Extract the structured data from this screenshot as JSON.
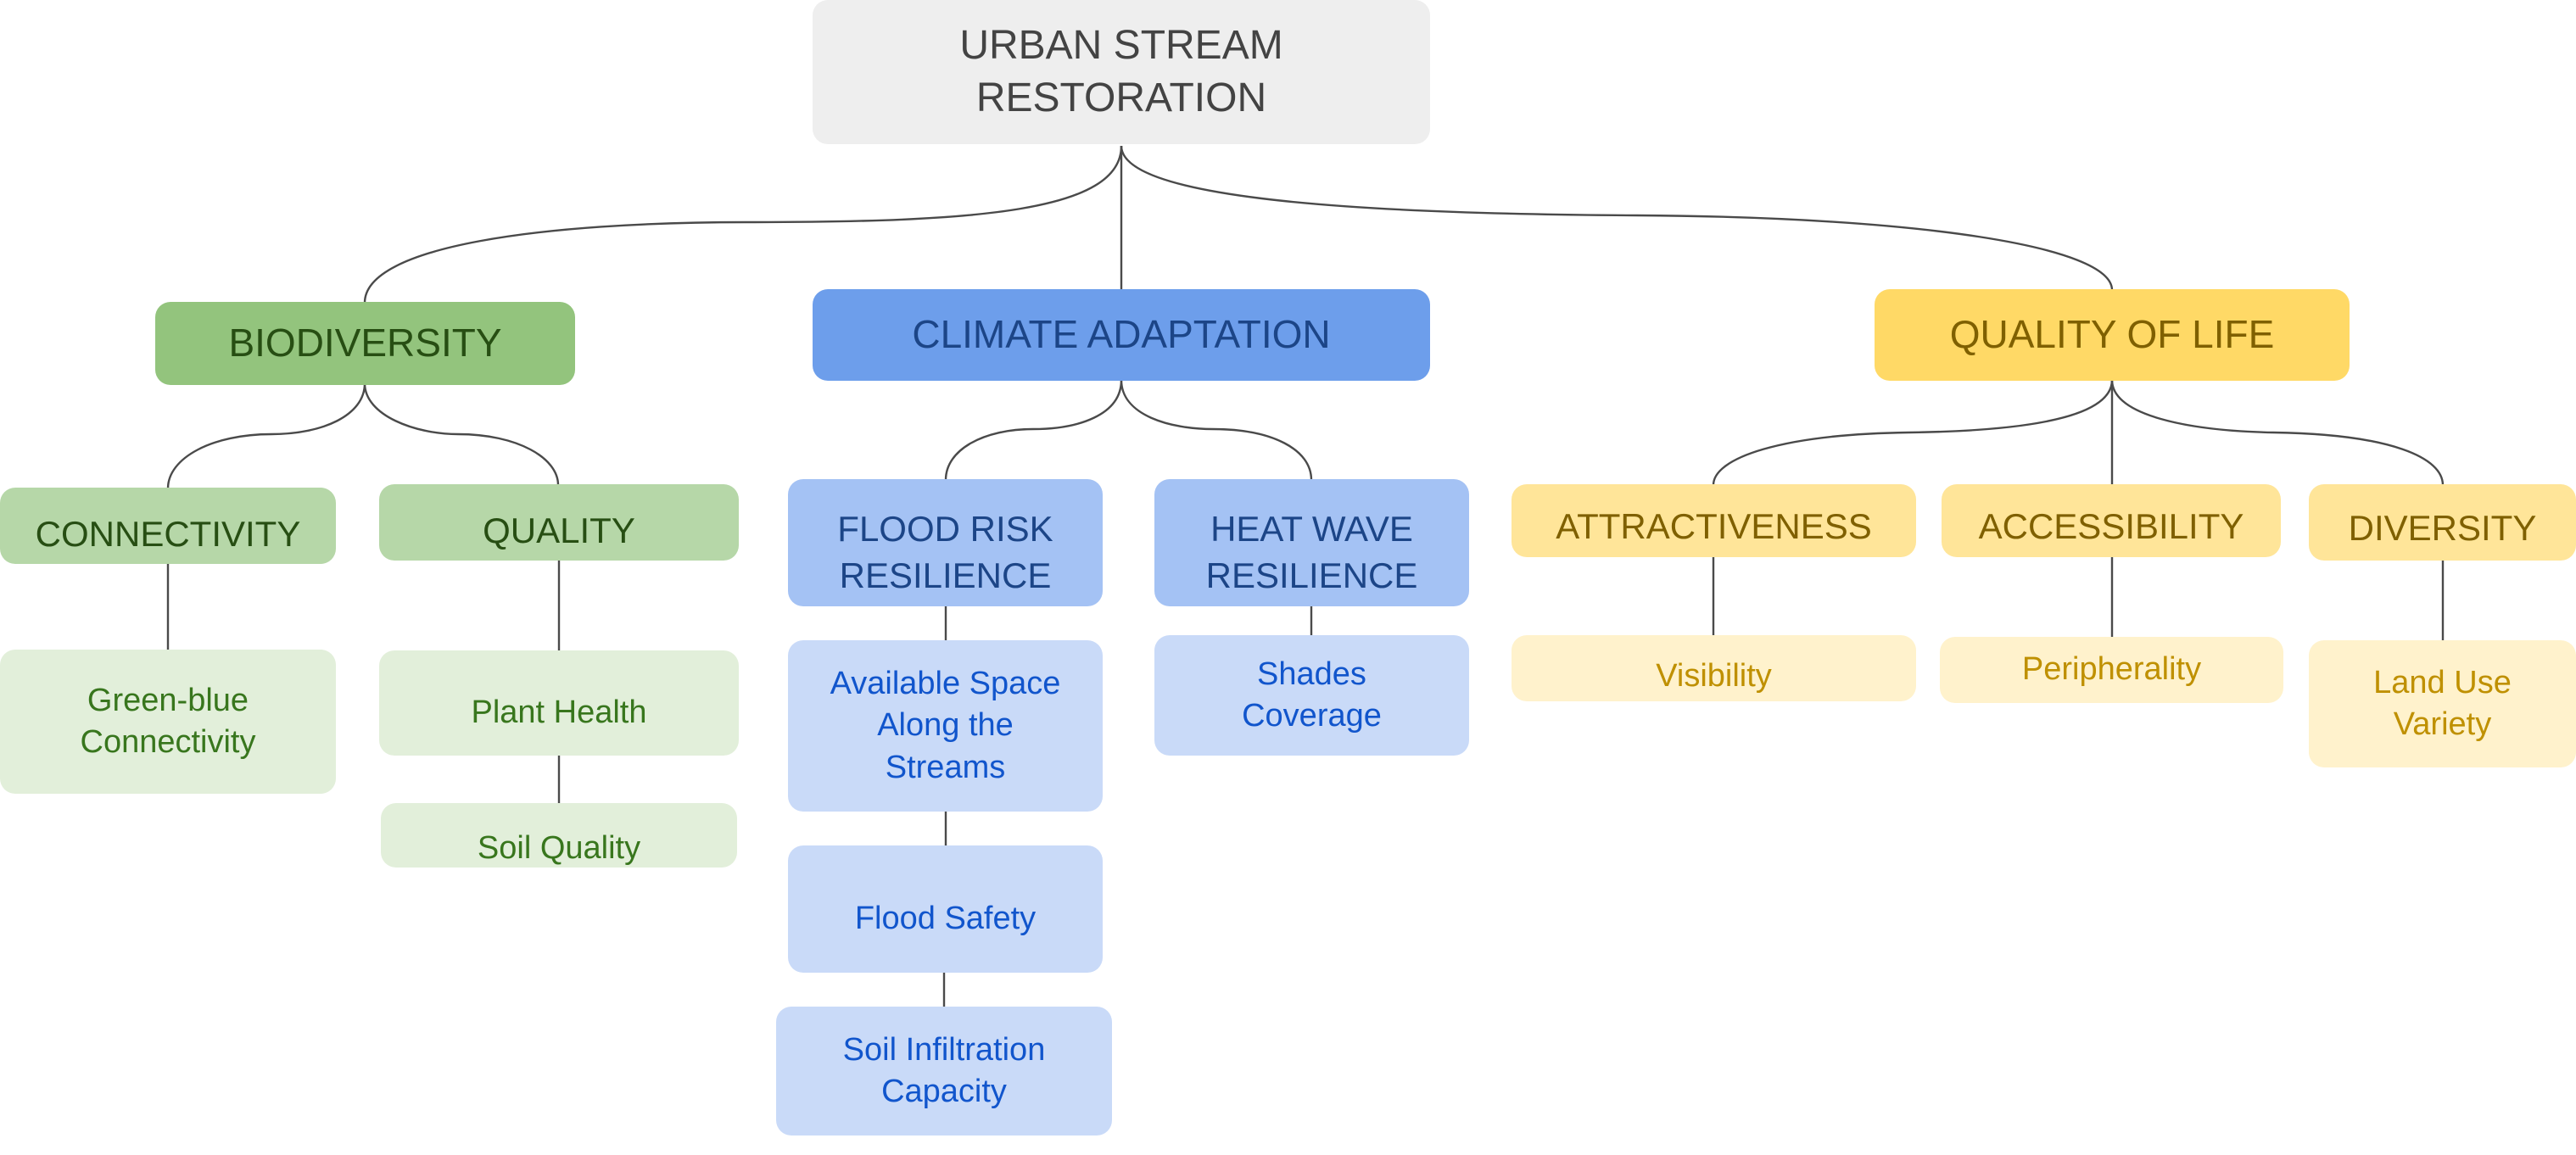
{
  "diagram": {
    "root": "URBAN STREAM\nRESTORATION",
    "biodiversity": {
      "label": "BIODIVERSITY",
      "connectivity": {
        "label": "CONNECTIVITY",
        "leaf": "Green-blue\nConnectivity"
      },
      "quality": {
        "label": "QUALITY",
        "leaves": [
          "Plant Health",
          "Soil Quality"
        ]
      }
    },
    "climate": {
      "label": "CLIMATE ADAPTATION",
      "flood": {
        "label": "FLOOD RISK\nRESILIENCE",
        "leaves": [
          "Available Space\nAlong the\nStreams",
          "Flood Safety",
          "Soil Infiltration\nCapacity"
        ]
      },
      "heat": {
        "label": "HEAT WAVE\nRESILIENCE",
        "leaf": "Shades\nCoverage"
      }
    },
    "quality_of_life": {
      "label": "QUALITY OF LIFE",
      "attractiveness": {
        "label": "ATTRACTIVENESS",
        "leaf": "Visibility"
      },
      "accessibility": {
        "label": "ACCESSIBILITY",
        "leaf": "Peripherality"
      },
      "diversity": {
        "label": "DIVERSITY",
        "leaf": "Land Use\nVariety"
      }
    }
  },
  "colors": {
    "root": "#eeeeee",
    "green": [
      "#93c47d",
      "#b6d7a8",
      "#e2efda"
    ],
    "blue": [
      "#6d9eeb",
      "#a4c2f4",
      "#c9daf8"
    ],
    "yellow": [
      "#ffd966",
      "#ffe599",
      "#fff2cc"
    ],
    "connector": "#4a4a4a"
  }
}
